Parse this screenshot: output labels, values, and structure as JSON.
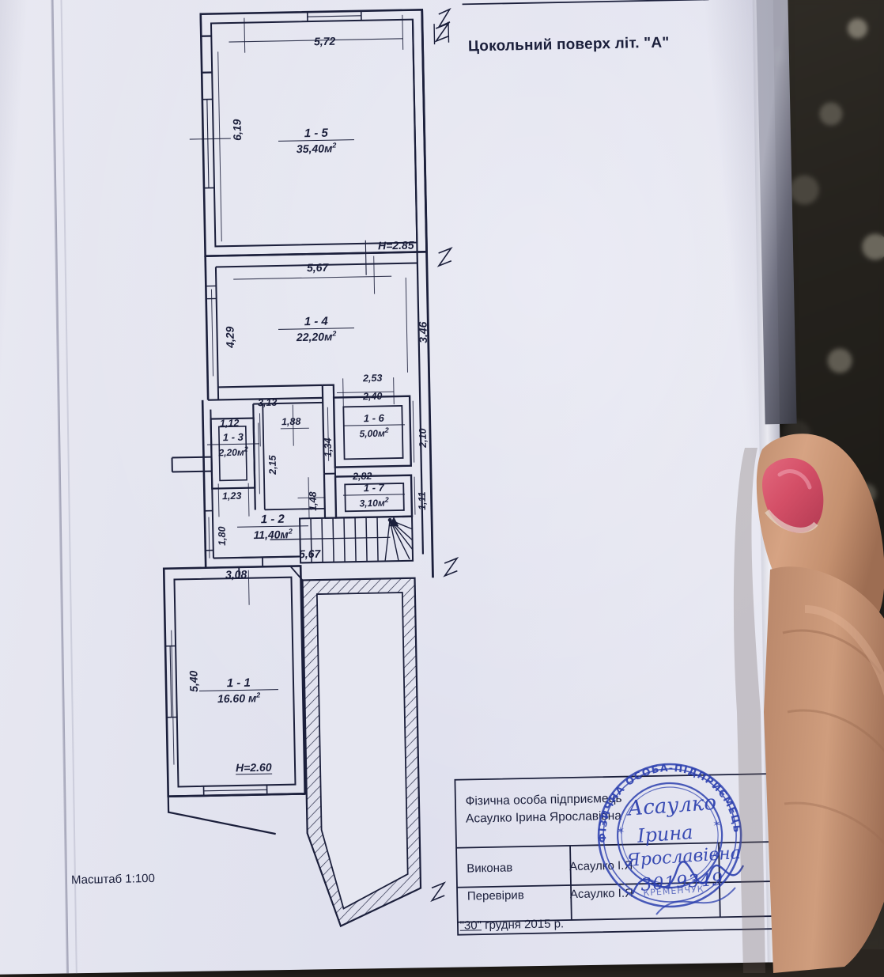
{
  "document": {
    "title": "Цокольний поверх літ. \"А\"",
    "scale_label": "Масштаб 1:100"
  },
  "rooms": [
    {
      "id": "1 - 5",
      "area": "35,40м",
      "sup": "2"
    },
    {
      "id": "1 - 4",
      "area": "22,20м",
      "sup": "2"
    },
    {
      "id": "1 - 3",
      "area": "2,20м",
      "sup": "2"
    },
    {
      "id": "1 - 6",
      "area": "5,00м",
      "sup": "2"
    },
    {
      "id": "1 - 7",
      "area": "3,10м",
      "sup": "2"
    },
    {
      "id": "1 - 2",
      "area": "11,40м",
      "sup": "2"
    },
    {
      "id": "1 - 1",
      "area": "16.60 м",
      "sup": "2"
    }
  ],
  "dimensions": {
    "horizontal": [
      "5,72",
      "5,67",
      "3,13",
      "1,12",
      "2,53",
      "2,40",
      "2,82",
      "1,23",
      "5,67",
      "3,08",
      "1,88"
    ],
    "vertical": [
      "6,19",
      "4,29",
      "3,46",
      "2,15",
      "1,34",
      "2,10",
      "1,48",
      "1,11",
      "1,80",
      "5,40"
    ],
    "values": {
      "d_5_72": "5,72",
      "d_6_19": "6,19",
      "d_5_67_top": "5,67",
      "d_4_29": "4,29",
      "d_3_46": "3,46",
      "d_3_13": "3,13",
      "d_1_12": "1,12",
      "d_1_88": "1,88",
      "d_2_15": "2,15",
      "d_1_34": "1,34",
      "d_2_53": "2,53",
      "d_2_40": "2,40",
      "d_2_10": "2,10",
      "d_1_23": "1,23",
      "d_1_48": "1,48",
      "d_2_82": "2,82",
      "d_1_11": "1,11",
      "d_1_80": "1,80",
      "d_5_67_stair": "5,67",
      "d_3_08": "3,08",
      "d_5_40": "5,40"
    }
  },
  "heights": {
    "upper": "H=2.85",
    "lower": "H=2.60"
  },
  "title_block": {
    "company_line1": "Фізична особа підприємець",
    "company_line2": "Асаулко Ірина Ярославівна",
    "rows": [
      {
        "role": "Виконав",
        "name": "Асаулко І.Я"
      },
      {
        "role": "Перевірив",
        "name": "Асаулко І.Я"
      }
    ],
    "date_day": "\"30\"",
    "date_rest": " грудня 2015 р."
  },
  "stamp": {
    "outer_text": "ФІЗИЧНА ОСОБА-ПІДПРИЄМЕЦЬ",
    "name_line1": "Асаулко",
    "name_line2": "Ірина",
    "name_line3": "Ярославівна",
    "number": "3019349"
  },
  "colors": {
    "ink": "#1b1f3b",
    "stamp_blue": "#2b3fae",
    "paper": "#e5e6f0",
    "nail": "#d9566a"
  }
}
